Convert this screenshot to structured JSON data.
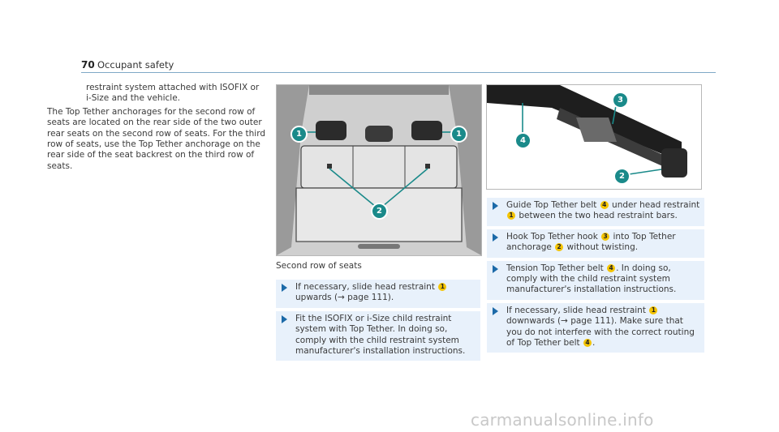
{
  "header": {
    "page_number": "70",
    "title": "Occupant safety"
  },
  "left_column": {
    "p1": "restraint system attached with ISOFIX or i-Size and the vehicle.",
    "p2": "The Top Tether anchorages for the second row of seats are located on the rear side of the two outer rear seats on the second row of seats. For the third row of seats, use the Top Tether anchorage on the rear side of the seat backrest on the third row of seats."
  },
  "figure1": {
    "callouts": [
      "1",
      "1",
      "2"
    ],
    "caption": "Second row of seats"
  },
  "figure2": {
    "callouts": [
      "3",
      "4",
      "2"
    ]
  },
  "steps_middle": [
    {
      "a": "If necessary, slide head restraint ",
      "b": "1",
      "c": " upwards (→ page 111)."
    },
    {
      "a": "Fit the ISOFIX or i-Size child restraint system with Top Tether. In doing so, comply with the child restraint system manufacturer's installation instructions."
    }
  ],
  "steps_right": [
    {
      "a": "Guide Top Tether belt ",
      "b": "4",
      "c": " under head restraint ",
      "d": "1",
      "e": " between the two head restraint bars."
    },
    {
      "a": "Hook Top Tether hook ",
      "b": "3",
      "c": " into Top Tether anchorage ",
      "d": "2",
      "e": " without twisting."
    },
    {
      "a": "Tension Top Tether belt ",
      "b": "4",
      "c": ". In doing so, comply with the child restraint system manufacturer's installation instructions."
    },
    {
      "a": "If necessary, slide head restraint ",
      "b": "1",
      "c": " downwards (→ page 111). Make sure that you do not interfere with the correct routing of Top Tether belt ",
      "d": "4",
      "e": "."
    }
  ],
  "watermark": "carmanualsonline.info",
  "colors": {
    "accent": "#1c6aa8",
    "badge": "#f4c400",
    "step_bg": "#e8f1fb",
    "rule": "#7fa9c7"
  }
}
